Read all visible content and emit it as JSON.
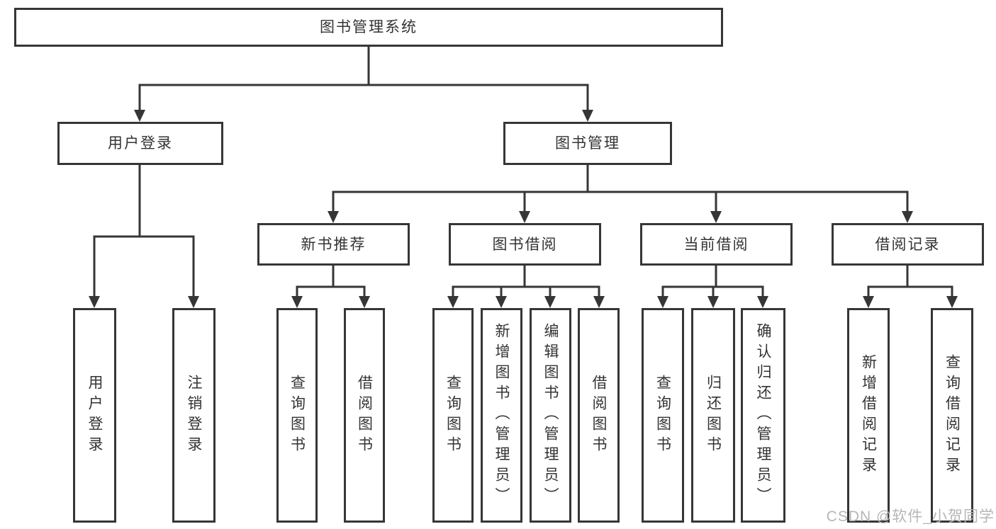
{
  "tree": {
    "label": "图书管理系统",
    "children": [
      {
        "label": "用户登录",
        "children": [
          {
            "label": "用户登录"
          },
          {
            "label": "注销登录"
          }
        ]
      },
      {
        "label": "图书管理",
        "children": [
          {
            "label": "新书推荐",
            "children": [
              {
                "label": "查询图书"
              },
              {
                "label": "借阅图书"
              }
            ]
          },
          {
            "label": "图书借阅",
            "children": [
              {
                "label": "查询图书"
              },
              {
                "label": "新增图书（管理员）"
              },
              {
                "label": "编辑图书（管理员）"
              },
              {
                "label": "借阅图书"
              }
            ]
          },
          {
            "label": "当前借阅",
            "children": [
              {
                "label": "查询图书"
              },
              {
                "label": "归还图书"
              },
              {
                "label": "确认归还（管理员）"
              }
            ]
          },
          {
            "label": "借阅记录",
            "children": [
              {
                "label": "新增借阅记录"
              },
              {
                "label": "查询借阅记录"
              }
            ]
          }
        ]
      }
    ]
  },
  "watermark": {
    "text": "CSDN @软件_小贺同学"
  },
  "colors": {
    "line": "#363636",
    "box_border": "#363636",
    "text": "#333333",
    "watermark": "#b6b6b6",
    "background": "#ffffff"
  }
}
